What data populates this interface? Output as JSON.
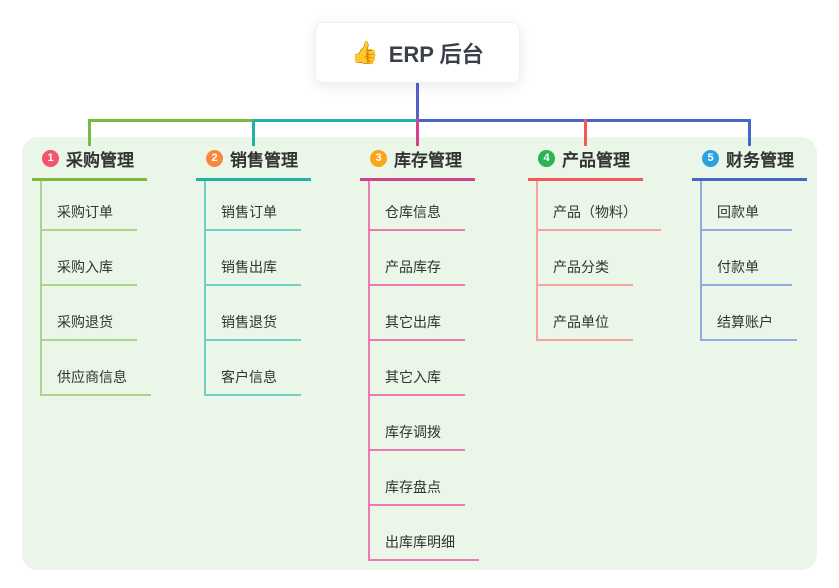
{
  "root": {
    "label": "ERP 后台",
    "icon_char": "👍",
    "connector_color": "#5362C9"
  },
  "panel": {
    "background": "#EAF6E7"
  },
  "branches": [
    {
      "index": "1",
      "label": "采购管理",
      "badge_color": "#F4546E",
      "line_color": "#7CB93F",
      "child_line_color": "#A9D58C",
      "children": [
        "采购订单",
        "采购入库",
        "采购退货",
        "供应商信息"
      ]
    },
    {
      "index": "2",
      "label": "销售管理",
      "badge_color": "#F8883E",
      "line_color": "#1FB2A6",
      "child_line_color": "#74CDC5",
      "children": [
        "销售订单",
        "销售出库",
        "销售退货",
        "客户信息"
      ]
    },
    {
      "index": "3",
      "label": "库存管理",
      "badge_color": "#FBA617",
      "line_color": "#D4418E",
      "child_line_color": "#EE7AB4",
      "children": [
        "仓库信息",
        "产品库存",
        "其它出库",
        "其它入库",
        "库存调拨",
        "库存盘点",
        "出库库明细"
      ]
    },
    {
      "index": "4",
      "label": "产品管理",
      "badge_color": "#2DB254",
      "line_color": "#F05B55",
      "child_line_color": "#F7A3A0",
      "children": [
        "产品（物料）",
        "产品分类",
        "产品单位"
      ]
    },
    {
      "index": "5",
      "label": "财务管理",
      "badge_color": "#2BA2E0",
      "line_color": "#4168C9",
      "child_line_color": "#93A9E2",
      "children": [
        "回款单",
        "付款单",
        "结算账户"
      ]
    }
  ]
}
